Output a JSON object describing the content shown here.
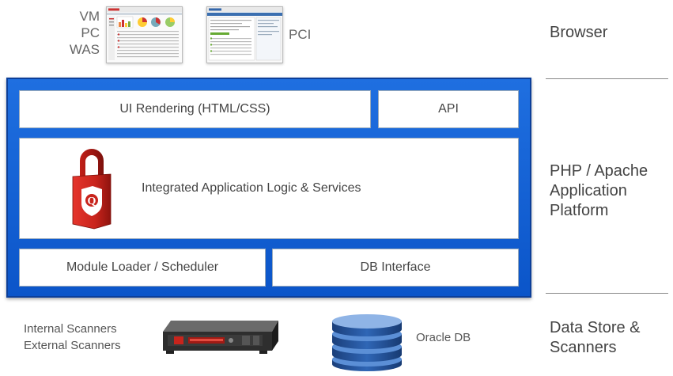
{
  "browser": {
    "products": [
      "VM",
      "PC",
      "WAS"
    ],
    "pci_label": "PCI"
  },
  "right_labels": {
    "browser": "Browser",
    "platform": [
      "PHP / Apache",
      "Application",
      "Platform"
    ],
    "datastore": [
      "Data Store &",
      "Scanners"
    ]
  },
  "platform": {
    "ui_rendering": "UI Rendering (HTML/CSS)",
    "api": "API",
    "logic": "Integrated Application Logic & Services",
    "module_loader": "Module Loader / Scheduler",
    "db_interface": "DB Interface"
  },
  "bottom": {
    "scanners": [
      "Internal Scanners",
      "External Scanners"
    ],
    "oracle": "Oracle DB"
  },
  "colors": {
    "platform_blue": "#1565d8",
    "lock_red": "#d62a22"
  }
}
